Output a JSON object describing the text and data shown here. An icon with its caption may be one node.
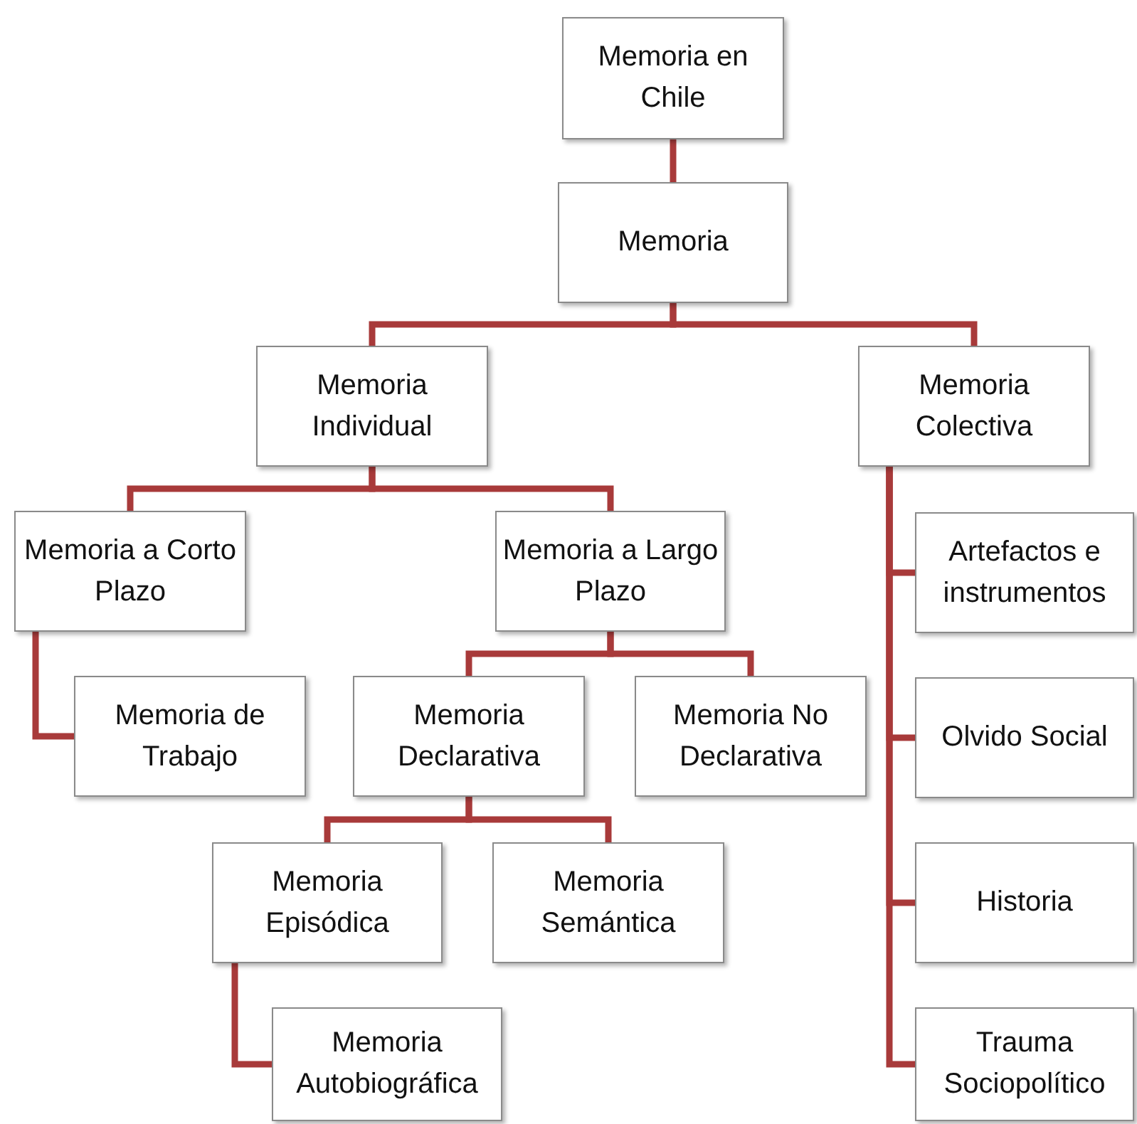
{
  "diagram": {
    "nodes": [
      {
        "text": [
          "Memoria en Chile"
        ]
      },
      {
        "text": [
          "Memoria"
        ]
      },
      {
        "text": [
          "Memoria Individual"
        ]
      },
      {
        "text": [
          "Memoria Colectiva"
        ]
      },
      {
        "text": [
          "Memoria a Corto Plazo"
        ]
      },
      {
        "text": [
          "Memoria a Largo Plazo"
        ]
      },
      {
        "text": [
          "Memoria de Trabajo"
        ]
      },
      {
        "text": [
          "Memoria Declarativa"
        ]
      },
      {
        "text": [
          "Memoria No Declarativa"
        ]
      },
      {
        "text": [
          "Memoria Episódica"
        ]
      },
      {
        "text": [
          "Memoria Semántica"
        ]
      },
      {
        "text": [
          "Memoria Autobiográfica"
        ]
      },
      {
        "text": [
          "Artefactos e instrumentos"
        ]
      },
      {
        "text": [
          "Olvido Social"
        ]
      },
      {
        "text": [
          "Historia"
        ]
      },
      {
        "text": [
          "Trauma Sociopolítico"
        ]
      }
    ],
    "edges": [
      {
        "from": 0,
        "to": 1,
        "arrow": "none"
      },
      {
        "from": 1,
        "to": 2,
        "arrow": "none"
      },
      {
        "from": 1,
        "to": 3,
        "arrow": "none"
      },
      {
        "from": 2,
        "to": 4,
        "arrow": "none"
      },
      {
        "from": 2,
        "to": 5,
        "arrow": "none"
      },
      {
        "from": 4,
        "to": 6,
        "arrow": "none"
      },
      {
        "from": 5,
        "to": 7,
        "arrow": "none"
      },
      {
        "from": 5,
        "to": 8,
        "arrow": "none"
      },
      {
        "from": 7,
        "to": 9,
        "arrow": "none"
      },
      {
        "from": 7,
        "to": 10,
        "arrow": "none"
      },
      {
        "from": 9,
        "to": 11,
        "arrow": "none"
      },
      {
        "from": 3,
        "to": 12,
        "arrow": "none"
      },
      {
        "from": 3,
        "to": 13,
        "arrow": "none"
      },
      {
        "from": 3,
        "to": 14,
        "arrow": "none"
      },
      {
        "from": 3,
        "to": 15,
        "arrow": "none"
      }
    ]
  }
}
